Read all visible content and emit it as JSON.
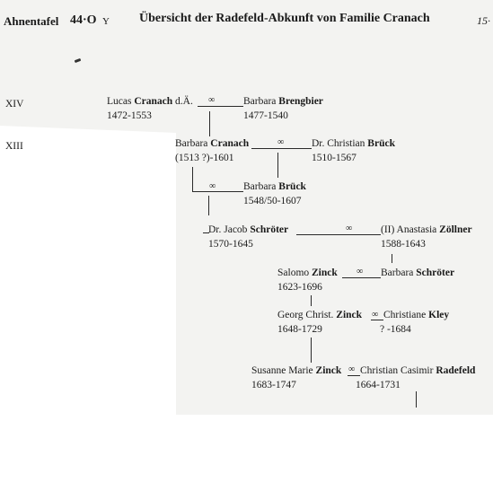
{
  "header": {
    "title_left": "Ahnentafel",
    "number": "44·O",
    "letter": "Y",
    "title_main": "Übersicht der Radefeld-Abkunft von Familie Cranach",
    "page_fragment": "15·"
  },
  "generations": {
    "g14": "XIV",
    "g13": "XIII"
  },
  "marriage_symbol": "∞",
  "persons": {
    "p1": {
      "first": "Lucas ",
      "last": "Cranach",
      "suffix": " d.Ä.",
      "dates": "1472-1553"
    },
    "p2": {
      "first": "Barbara ",
      "last": "Brengbier",
      "dates": "1477-1540"
    },
    "p3": {
      "first": "Barbara ",
      "last": "Cranach",
      "dates": "(1513 ?)-1601"
    },
    "p4": {
      "first": "Dr. Christian ",
      "last": "Brück",
      "dates": "1510-1567"
    },
    "p5": {
      "first": "Barbara ",
      "last": "Brück",
      "dates": "1548/50-1607"
    },
    "p6": {
      "first": "Dr. Jacob ",
      "last": "Schröter",
      "dates": "1570-1645"
    },
    "p7": {
      "first": "(II) Anastasia ",
      "last": "Zöllner",
      "dates": "1588-1643"
    },
    "p8": {
      "first": "Salomo ",
      "last": "Zinck",
      "dates": "1623-1696"
    },
    "p9": {
      "first": "Barbara ",
      "last": "Schröter",
      "dates": ""
    },
    "p10": {
      "first": "Georg Christ. ",
      "last": "Zinck",
      "dates": "1648-1729"
    },
    "p11": {
      "first": "Christiane ",
      "last": "Kley",
      "dates": "? -1684"
    },
    "p12": {
      "first": "Susanne Marie ",
      "last": "Zinck",
      "dates": "1683-1747"
    },
    "p13": {
      "first": "Christian Casimir ",
      "last": "Radefeld",
      "dates": "1664-1731"
    }
  }
}
